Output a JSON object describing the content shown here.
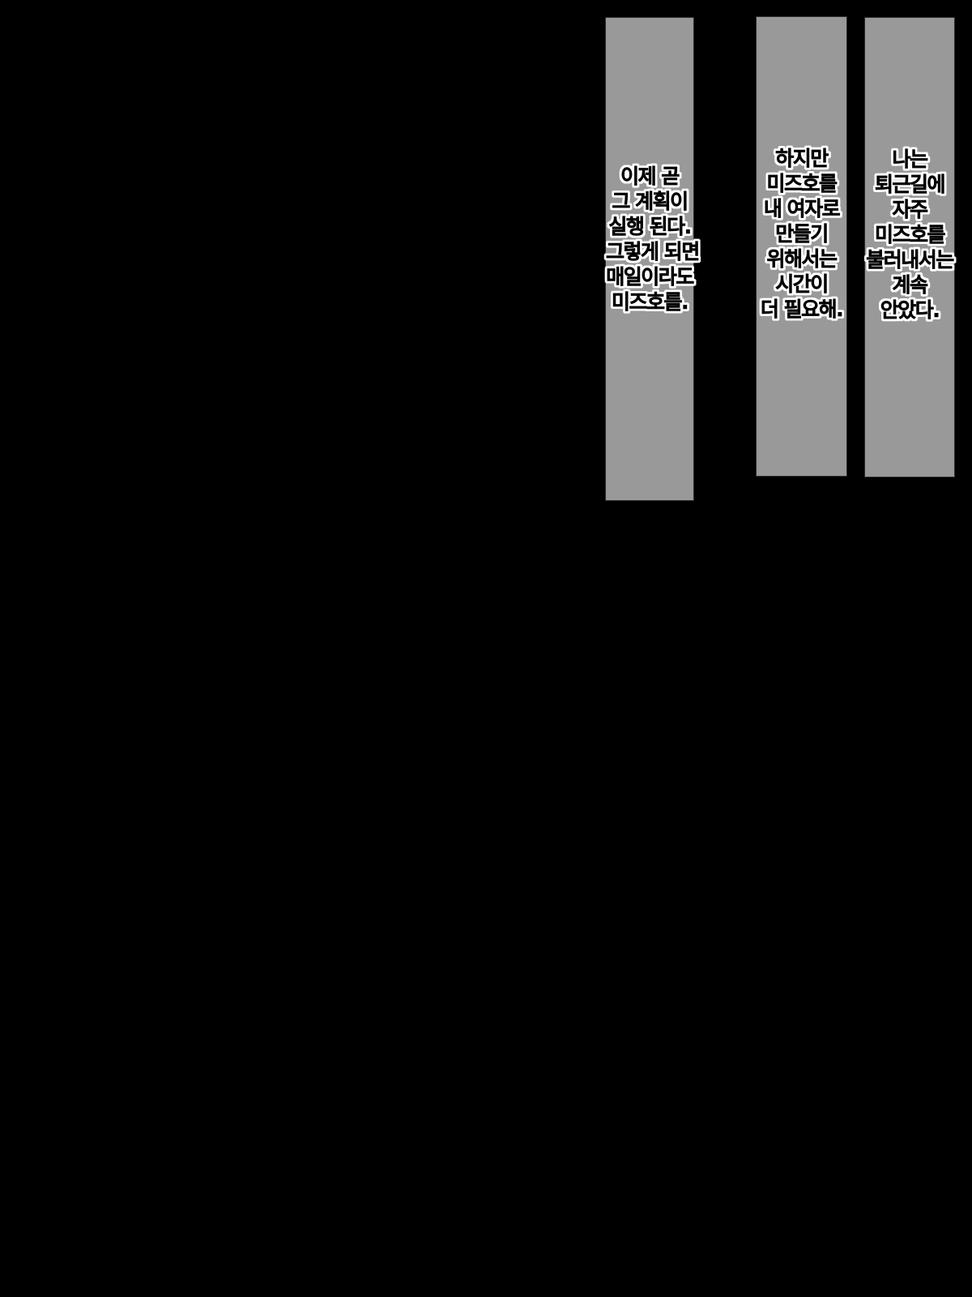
{
  "background_color": "#000000",
  "panel_color": "#999999",
  "captions": [
    {
      "lines": [
        "이제 곧",
        "그 계획이",
        "실행 된다.",
        "그렇게 되면",
        "매일이라도",
        "미즈호를."
      ]
    },
    {
      "lines": [
        "하지만",
        "미즈호를",
        "내 여자로",
        "만들기",
        "위해서는",
        "시간이",
        "더 필요해."
      ]
    },
    {
      "lines": [
        "나는",
        "퇴근길에",
        "자주",
        "미즈호를",
        "불러내서는",
        "계속",
        "안았다."
      ]
    }
  ]
}
